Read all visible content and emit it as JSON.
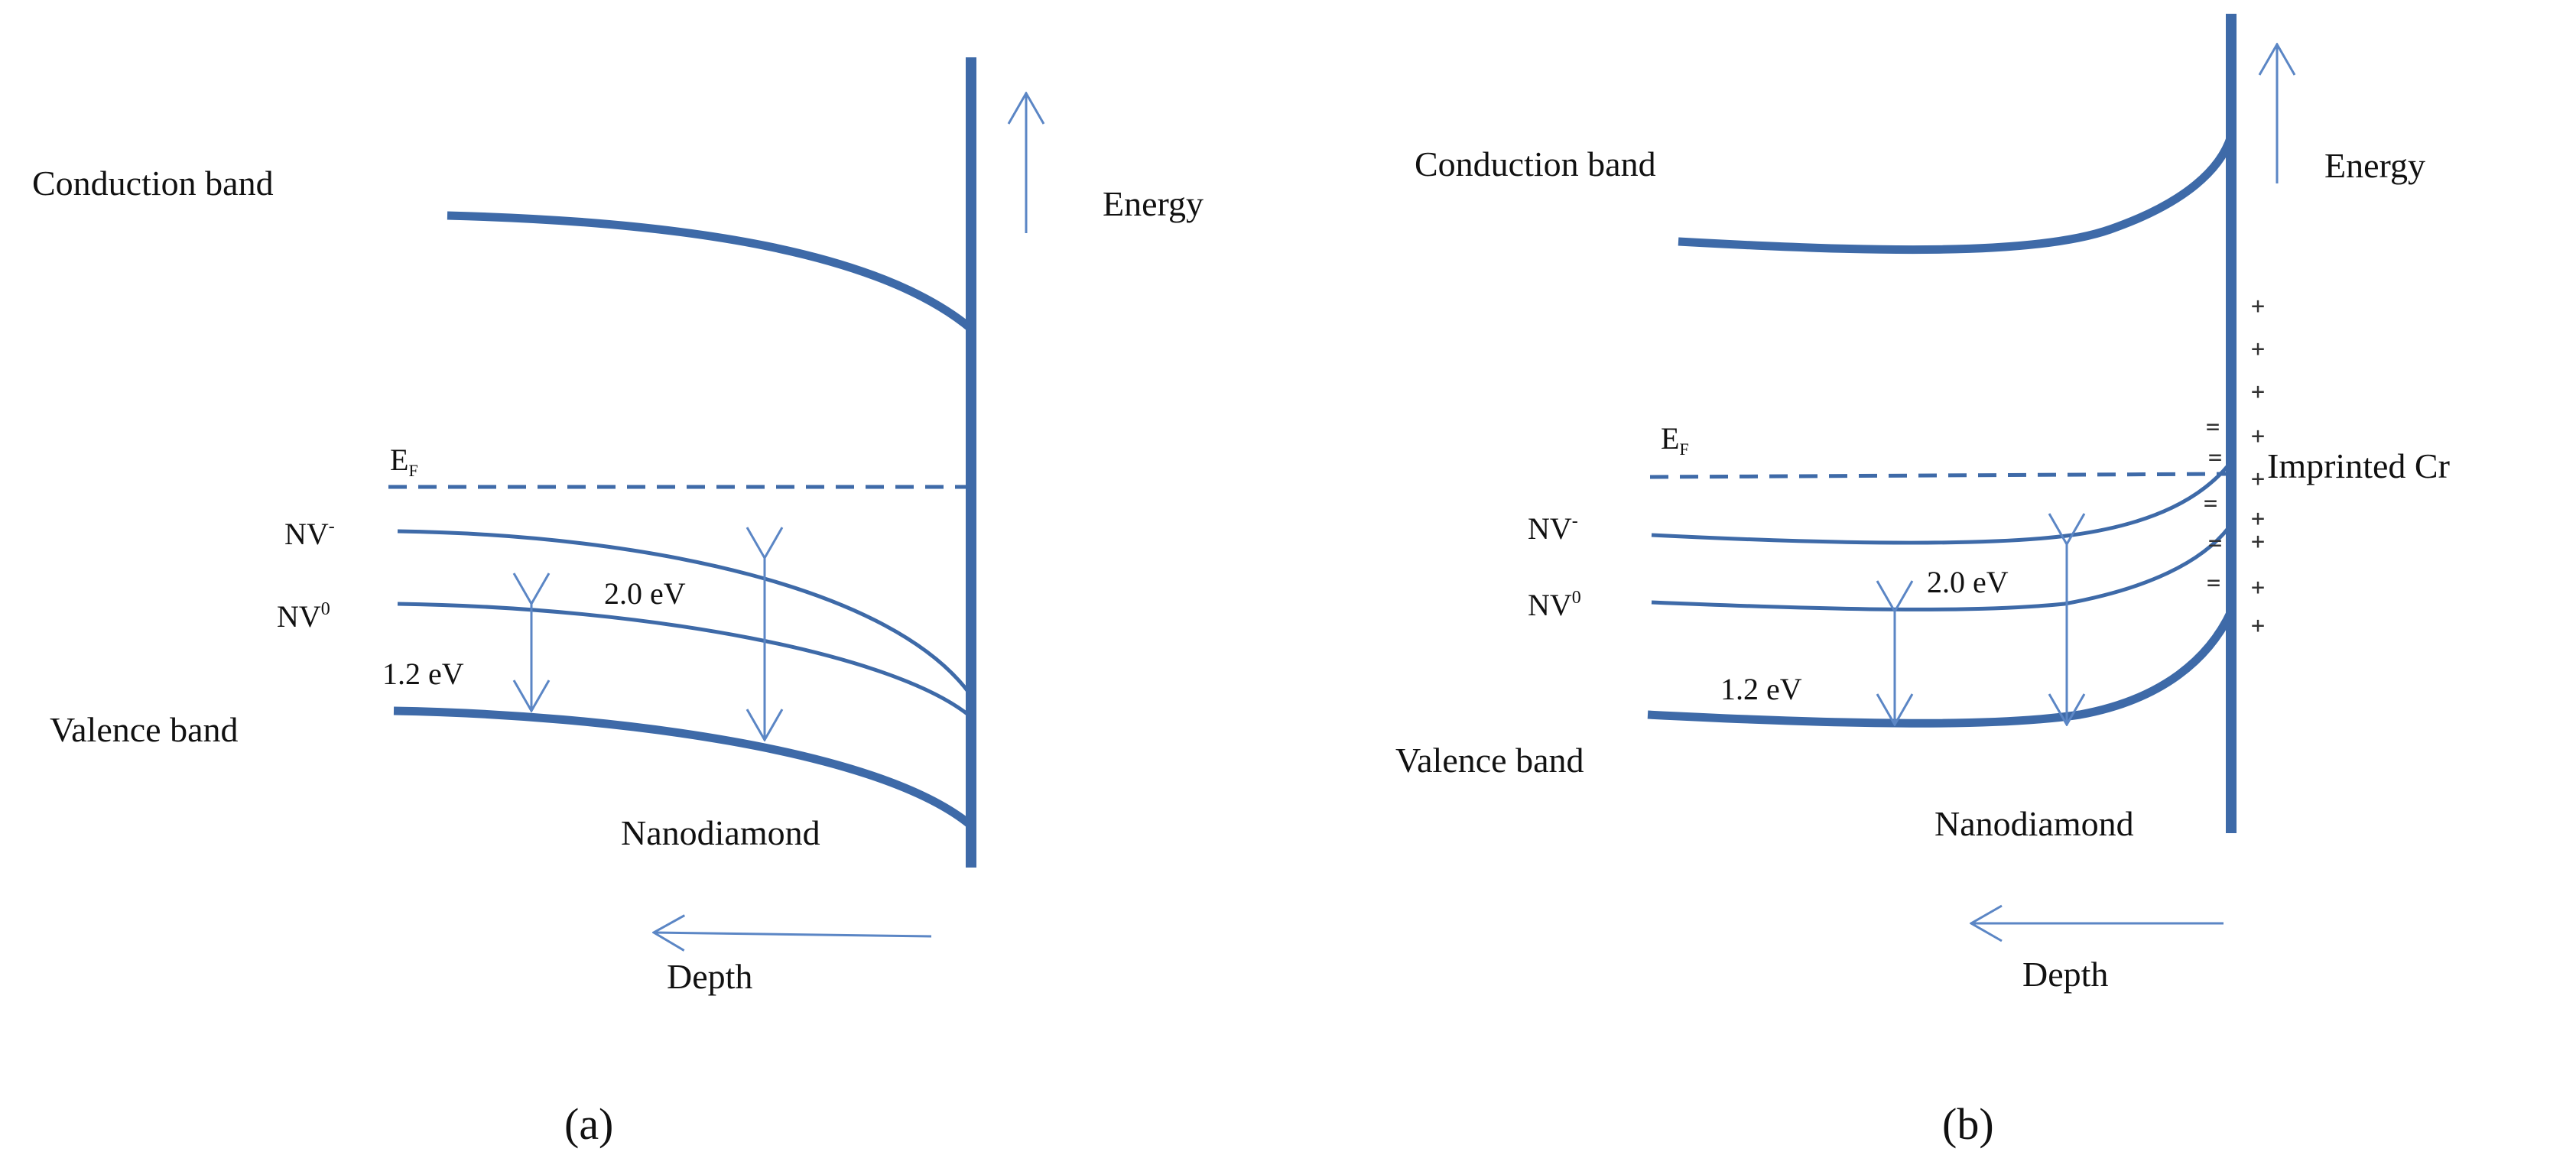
{
  "colors": {
    "band": "#3e6aa8",
    "arrow": "#5b86c5",
    "text": "#111111",
    "charge": "#333333"
  },
  "panel_a": {
    "caption": "(a)",
    "conduction_band": "Conduction band",
    "valence_band": "Valence band",
    "energy": "Energy",
    "depth": "Depth",
    "nanodiamond": "Nanodiamond",
    "fermi": {
      "base": "E",
      "sub": "F"
    },
    "nv_minus": {
      "base": "NV",
      "sup": "-"
    },
    "nv_zero": {
      "base": "NV",
      "sup": "0"
    },
    "gap_small": "1.2 eV",
    "gap_large": "2.0 eV"
  },
  "panel_b": {
    "caption": "(b)",
    "conduction_band": "Conduction band",
    "valence_band": "Valence band",
    "energy": "Energy",
    "depth": "Depth",
    "nanodiamond": "Nanodiamond",
    "fermi": {
      "base": "E",
      "sub": "F"
    },
    "nv_minus": {
      "base": "NV",
      "sup": "-"
    },
    "nv_zero": {
      "base": "NV",
      "sup": "0"
    },
    "gap_small": "1.2 eV",
    "gap_large": "2.0 eV",
    "imprinted": "Imprinted Cr",
    "positive_charge_symbol": "+",
    "negative_charge_symbol": "="
  }
}
